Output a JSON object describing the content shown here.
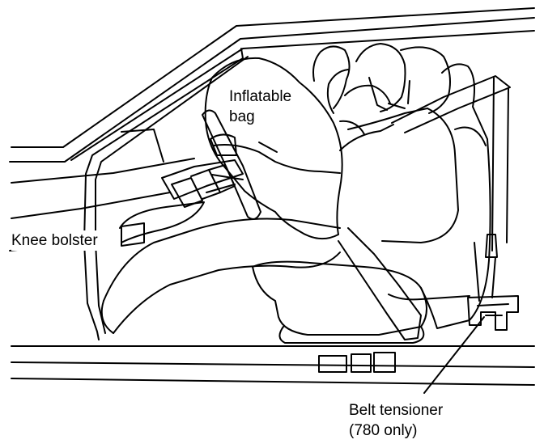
{
  "labels": {
    "airbag_line1": "Inflatable",
    "airbag_line2": "bag",
    "knee_bolster": "Knee bolster",
    "belt_line1": "Belt tensioner",
    "belt_line2": "(780 only)"
  },
  "colors": {
    "ink": "#000000",
    "paper": "#ffffff"
  }
}
